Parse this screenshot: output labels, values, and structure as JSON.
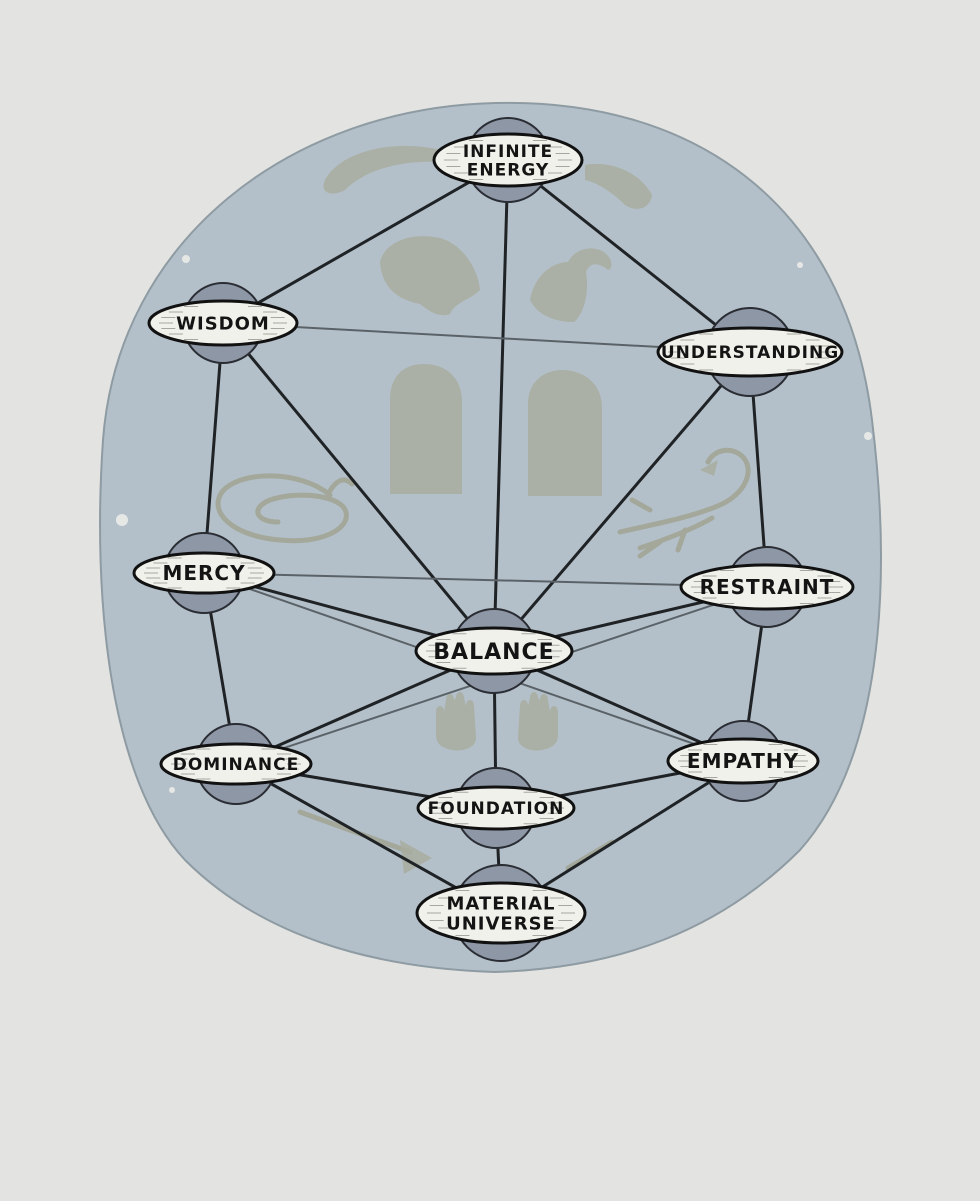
{
  "diagram": {
    "nodes": [
      {
        "id": "infinite-energy",
        "lines": [
          "INFINITE",
          "ENERGY"
        ]
      },
      {
        "id": "wisdom",
        "lines": [
          "WISDOM"
        ]
      },
      {
        "id": "understanding",
        "lines": [
          "UNDERSTANDING"
        ]
      },
      {
        "id": "mercy",
        "lines": [
          "MERCY"
        ]
      },
      {
        "id": "restraint",
        "lines": [
          "RESTRAINT"
        ]
      },
      {
        "id": "balance",
        "lines": [
          "BALANCE"
        ]
      },
      {
        "id": "dominance",
        "lines": [
          "DOMINANCE"
        ]
      },
      {
        "id": "empathy",
        "lines": [
          "EMPATHY"
        ]
      },
      {
        "id": "foundation",
        "lines": [
          "FOUNDATION"
        ]
      },
      {
        "id": "material-universe",
        "lines": [
          "MATERIAL",
          "UNIVERSE"
        ]
      }
    ],
    "edges": [
      [
        "infinite-energy",
        "wisdom"
      ],
      [
        "infinite-energy",
        "understanding"
      ],
      [
        "infinite-energy",
        "balance"
      ],
      [
        "wisdom",
        "understanding"
      ],
      [
        "wisdom",
        "mercy"
      ],
      [
        "wisdom",
        "balance"
      ],
      [
        "understanding",
        "restraint"
      ],
      [
        "understanding",
        "balance"
      ],
      [
        "mercy",
        "restraint"
      ],
      [
        "mercy",
        "balance"
      ],
      [
        "mercy",
        "dominance"
      ],
      [
        "mercy",
        "empathy"
      ],
      [
        "restraint",
        "balance"
      ],
      [
        "restraint",
        "empathy"
      ],
      [
        "restraint",
        "dominance"
      ],
      [
        "balance",
        "dominance"
      ],
      [
        "balance",
        "empathy"
      ],
      [
        "balance",
        "foundation"
      ],
      [
        "dominance",
        "foundation"
      ],
      [
        "dominance",
        "material-universe"
      ],
      [
        "empathy",
        "foundation"
      ],
      [
        "empathy",
        "material-universe"
      ],
      [
        "foundation",
        "material-universe"
      ]
    ],
    "motifs": [
      "ram-icon",
      "goat-icon",
      "tablets-icon",
      "serpent-icon",
      "scorpion-icon",
      "hands-icon",
      "arrow-icon",
      "horns-icon"
    ]
  },
  "colors": {
    "background": "#e3e4e1",
    "disc": "#b4c0c9",
    "planet": "#8d97a6",
    "plaque": "#f1f1ec",
    "ink": "#141414",
    "motif": "#a8ad9f"
  }
}
